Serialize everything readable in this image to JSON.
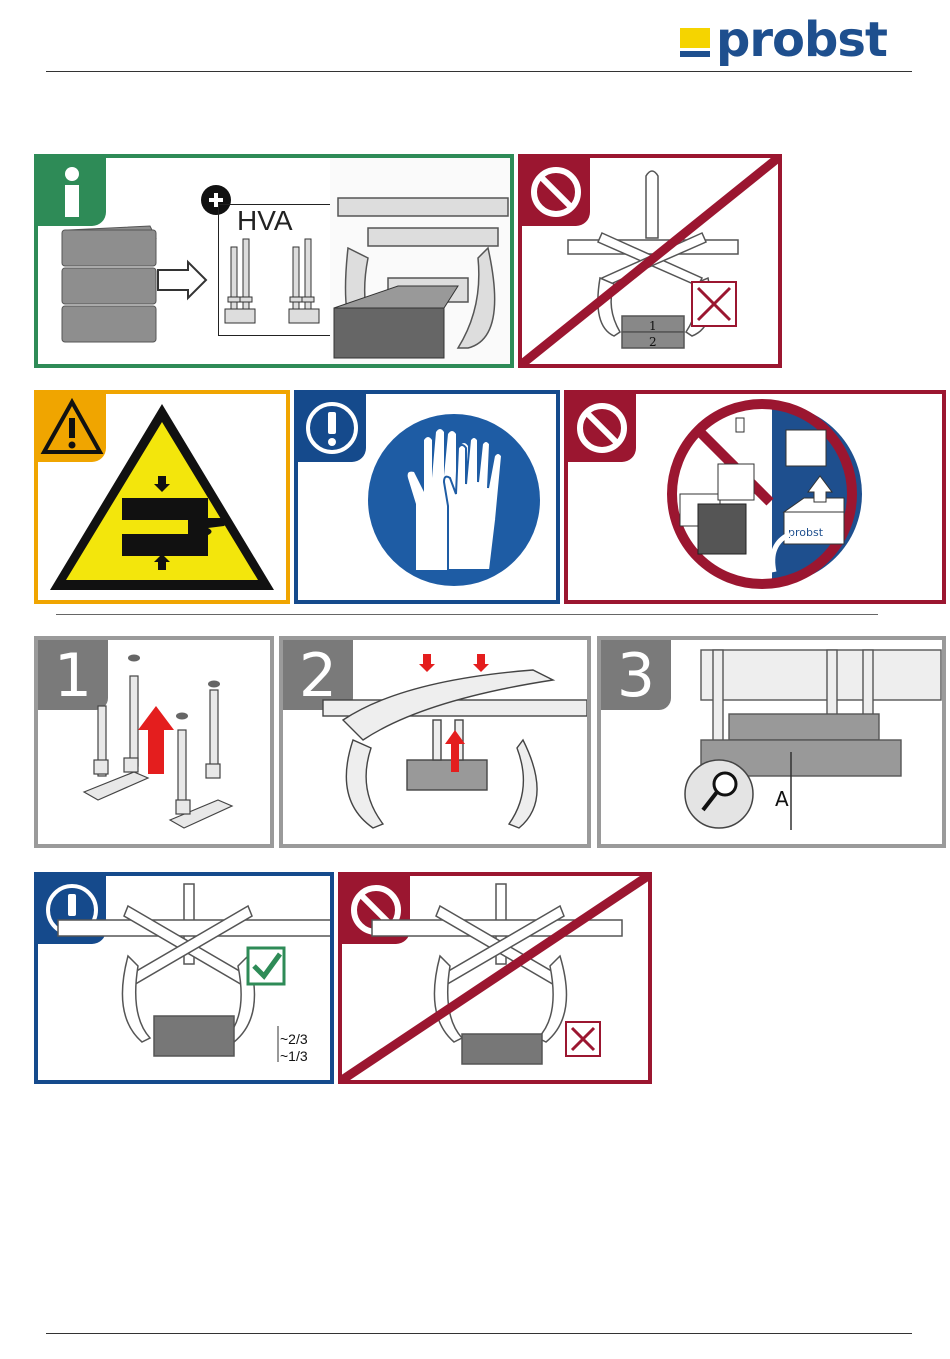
{
  "header": {
    "brand": "probst",
    "brand_colors": {
      "blue": "#1e4f8e",
      "yellow": "#f5d400"
    }
  },
  "colors": {
    "info_green": "#2e8b57",
    "prohibition_red": "#9b1630",
    "warning_yellow": "#f0a500",
    "mandatory_blue": "#154a8c",
    "step_grey": "#9a9a9a"
  },
  "row1": {
    "info_panel": {
      "icon": "info-icon",
      "accessory_label": "HVA",
      "plus_icon": "plus-icon"
    },
    "prohibit_stack": {
      "icon": "prohibition-icon",
      "layer_labels": [
        "1",
        "2"
      ],
      "cross_icon": "cross-box-icon"
    }
  },
  "row2": {
    "warning_panel": {
      "icon": "warning-triangle-icon",
      "pictogram": "hand-crush-icon"
    },
    "gloves_panel": {
      "icon": "exclamation-icon",
      "pictogram": "gloves-icon"
    },
    "prohibit_panel": {
      "icon": "prohibition-icon",
      "box_label": "probst"
    }
  },
  "steps": [
    {
      "number": "1"
    },
    {
      "number": "2"
    },
    {
      "number": "3",
      "dimension_label": "A",
      "magnifier_icon": "magnifier-icon"
    }
  ],
  "row4": {
    "correct_panel": {
      "icon": "exclamation-icon",
      "check_icon": "check-box-icon",
      "ratio_upper": "~2/3",
      "ratio_lower": "~1/3"
    },
    "wrong_panel": {
      "icon": "prohibition-icon",
      "cross_icon": "cross-box-icon"
    }
  }
}
